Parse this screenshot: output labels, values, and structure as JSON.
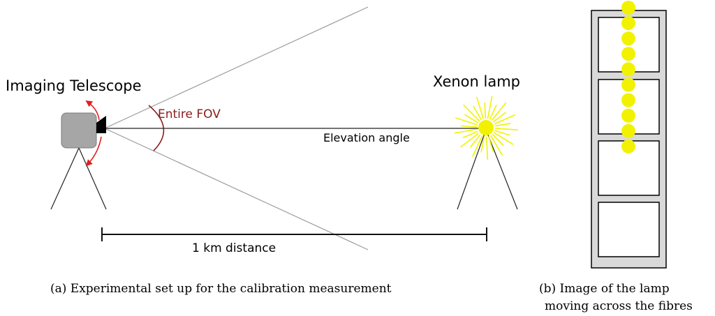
{
  "panel_a": {
    "telescope_label": "Imaging Telescope",
    "lamp_label": "Xenon lamp",
    "fov_label": "Entire FOV",
    "elevation_label": "Elevation angle",
    "distance_label": "1 km distance",
    "caption": "(a) Experimental set up for the calibration measurement"
  },
  "panel_b": {
    "caption_line1": "(b) Image of the lamp",
    "caption_line2": "moving across the fibres",
    "fibre_count": 4,
    "lamp_image_count": 10
  },
  "colors": {
    "fov_label": "#8b1a1a",
    "arrows": "#e02020",
    "lamp": "#f2f200",
    "telescope_body": "#a6a6a6",
    "frame": "#d9d9d9"
  }
}
